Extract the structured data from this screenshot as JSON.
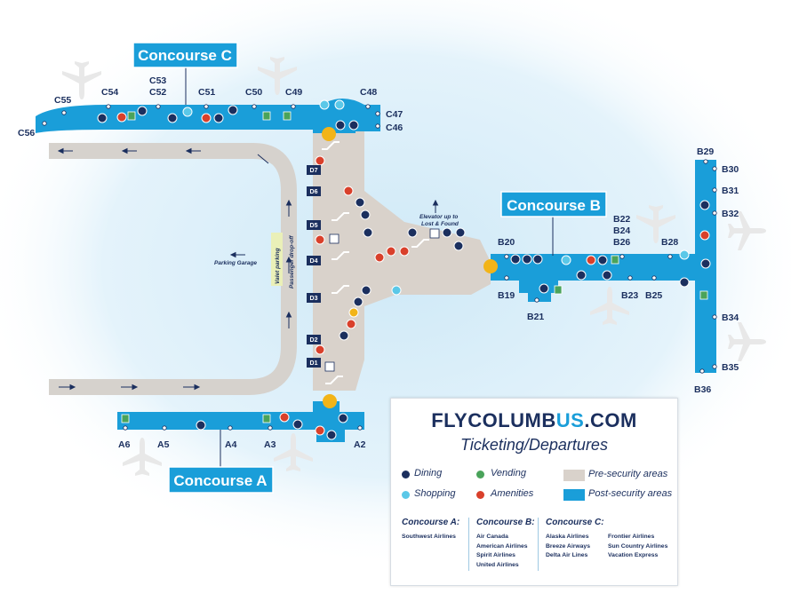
{
  "colors": {
    "post_security": "#1a9ed9",
    "pre_security": "#d9d2cb",
    "road": "#d6d2cd",
    "navy": "#1b2f5e",
    "dining": "#1b2f5e",
    "shopping": "#5bc8e8",
    "vending": "#4aa35a",
    "amenities": "#d9402b",
    "glow": "#cfe9f7"
  },
  "concourse_tags": {
    "c": "Concourse C",
    "b": "Concourse B",
    "a": "Concourse A"
  },
  "gates": {
    "c": [
      "C56",
      "C55",
      "C54",
      "C53",
      "C52",
      "C51",
      "C50",
      "C49",
      "C48",
      "C47",
      "C46"
    ],
    "b": [
      "B20",
      "B19",
      "B21",
      "B22",
      "B24",
      "B26",
      "B23",
      "B25",
      "B28",
      "B29",
      "B30",
      "B31",
      "B32",
      "B34",
      "B35",
      "B36"
    ],
    "a": [
      "A6",
      "A5",
      "A4",
      "A3",
      "A2"
    ]
  },
  "doors": [
    "D7",
    "D6",
    "D5",
    "D4",
    "D3",
    "D2",
    "D1"
  ],
  "landside": {
    "valet": "Valet parking",
    "dropoff": "Passenger drop-off",
    "parking_garage": "Parking Garage",
    "elevator_line1": "Elevator up to",
    "elevator_line2": "Lost & Found"
  },
  "legend": {
    "brand_prefix": "FLYCOLUMB",
    "brand_accent": "US",
    "brand_suffix": ".COM",
    "subtitle": "Ticketing/Departures",
    "dining": "Dining",
    "vending": "Vending",
    "shopping": "Shopping",
    "amenities": "Amenities",
    "pre_security": "Pre-security areas",
    "post_security": "Post-security areas",
    "airlines": {
      "a": {
        "heading": "Concourse A:",
        "list": [
          "Southwest Airlines"
        ]
      },
      "b": {
        "heading": "Concourse B:",
        "list": [
          "Air Canada",
          "American Airlines",
          "Spirit Airlines",
          "United Airlines"
        ]
      },
      "c": {
        "heading": "Concourse C:",
        "list_left": [
          "Alaska Airlines",
          "Breeze Airways",
          "Delta Air Lines"
        ],
        "list_right": [
          "Frontier Airlines",
          "Sun Country Airlines",
          "Vacation Express"
        ]
      }
    }
  }
}
